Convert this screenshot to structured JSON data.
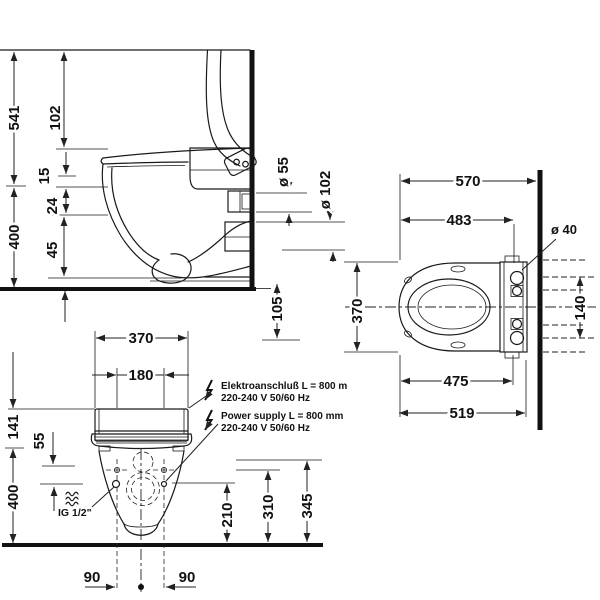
{
  "drawing_type": "wall-hung-toilet-technical-drawing",
  "line_color": "#1a1a1a",
  "views": {
    "side": {
      "dims": {
        "d541": "541",
        "d102": "102",
        "d15": "15",
        "d24": "24",
        "d400": "400",
        "d45": "45",
        "dia55": "ø 55",
        "dia102": "ø 102",
        "d105": "105"
      }
    },
    "top": {
      "dims": {
        "d570": "570",
        "d483": "483",
        "dia40": "ø 40",
        "d370": "370",
        "d140": "140",
        "d475": "475",
        "d519": "519"
      }
    },
    "front": {
      "dims": {
        "d370": "370",
        "d180": "180",
        "d141": "141",
        "d55": "55",
        "d400": "400",
        "d210": "210",
        "d310": "310",
        "d345": "345",
        "d90_left": "90",
        "d90_right": "90"
      },
      "annotations": {
        "water_label": "IG 1/2\"",
        "elec_line1": "Elektroanschluß L = 800 m",
        "elec_line2": "220-240 V  50/60 Hz",
        "power_line1": "Power supply L = 800 mm",
        "power_line2": "220-240 V  50/60 Hz"
      }
    }
  }
}
